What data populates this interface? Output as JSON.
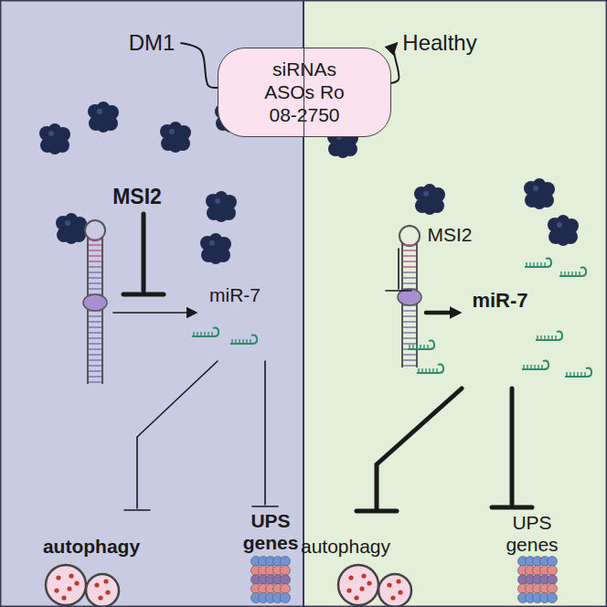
{
  "diagram": {
    "nodes": [
      {
        "text": [
          "DM1"
        ]
      },
      {
        "text": [
          "siRNAs ASOs Ro 08-2750"
        ]
      },
      {
        "text": [
          "Healthy"
        ]
      }
    ],
    "edges": [
      {
        "from": 0,
        "to": 1,
        "arrow": "none"
      },
      {
        "from": 1,
        "to": 2,
        "arrow": "to"
      }
    ],
    "labels": [
      "MSI2",
      "miR-7",
      "autophagy",
      "UPS genes",
      "MSI2",
      "miR-7",
      "autophagy",
      "UPS genes"
    ]
  }
}
